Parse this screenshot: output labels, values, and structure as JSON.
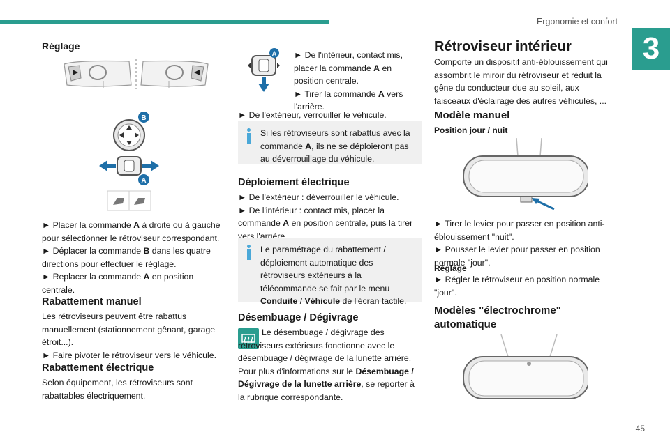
{
  "header": {
    "section_title": "Ergonomie et confort",
    "chapter_number": "3",
    "page_number": "45"
  },
  "col1": {
    "reglage_title": "Réglage",
    "fig_labels": {
      "b": "B",
      "a": "A"
    },
    "reglage_text": [
      "► Placer la commande ",
      "A",
      " à droite ou à gauche pour sélectionner le rétroviseur correspondant.",
      "► Déplacer la commande ",
      "B",
      " dans les quatre directions pour effectuer le réglage.",
      "► Replacer la commande ",
      "A",
      " en position centrale."
    ],
    "rabattement_manuel_title": "Rabattement manuel",
    "rabattement_manuel_text": "Les rétroviseurs peuvent être rabattus manuellement (stationnement gênant, garage étroit...).",
    "rabattement_manuel_step": "► Faire pivoter le rétroviseur vers le véhicule.",
    "rabattement_electrique_title": "Rabattement électrique",
    "rabattement_electrique_text": "Selon équipement, les rétroviseurs sont rabattables électriquement."
  },
  "col2": {
    "fig_label_a": "A",
    "step_intro": [
      "► De l'intérieur, contact mis, placer la commande ",
      "A",
      " en position centrale.",
      "► Tirer la commande ",
      "A",
      " vers l'arrière."
    ],
    "step_outside": "► De l'extérieur, verrouiller le véhicule.",
    "note1": [
      "Si les rétroviseurs sont rabattus avec la commande ",
      "A",
      ", ils ne se déploieront pas au déverrouillage du véhicule."
    ],
    "deploiement_title": "Déploiement électrique",
    "deploiement_text": [
      "► De l'extérieur : déverrouiller le véhicule.",
      "► De l'intérieur : contact mis, placer la commande ",
      "A",
      " en position centrale, puis la tirer vers l'arrière."
    ],
    "note2": [
      "Le paramétrage du rabattement / déploiement automatique des rétroviseurs extérieurs à la télécommande se fait par le menu ",
      "Conduite",
      " / ",
      "Véhicule",
      " de l'écran tactile."
    ],
    "desembuage_title": "Désembuage / Dégivrage",
    "desembuage_text": [
      "Le désembuage / dégivrage des rétroviseurs extérieurs fonctionne avec le désembuage / dégivrage de la lunette arrière. Pour plus d'informations sur le ",
      "Désembuage / Dégivrage de la lunette arrière",
      ", se reporter à la rubrique correspondante."
    ]
  },
  "col3": {
    "title": "Rétroviseur intérieur",
    "intro": "Comporte un dispositif anti-éblouissement qui assombrit le miroir du rétroviseur et réduit la gêne du conducteur due au soleil, aux faisceaux d'éclairage des autres véhicules, ...",
    "modele_manuel_title": "Modèle manuel",
    "position_title": "Position jour / nuit",
    "steps": [
      "► Tirer le levier pour passer en position anti-éblouissement \"nuit\".",
      "► Pousser le levier pour passer en position normale \"jour\"."
    ],
    "reglage_label": "Réglage",
    "reglage_step": "► Régler le rétroviseur en position normale \"jour\".",
    "electrochrome_title": "Modèles \"électrochrome\" automatique"
  },
  "colors": {
    "accent": "#2a9d8f",
    "info": "#4aa8d8",
    "arrow": "#1e6fa8",
    "note_bg": "#f0f0f0"
  }
}
